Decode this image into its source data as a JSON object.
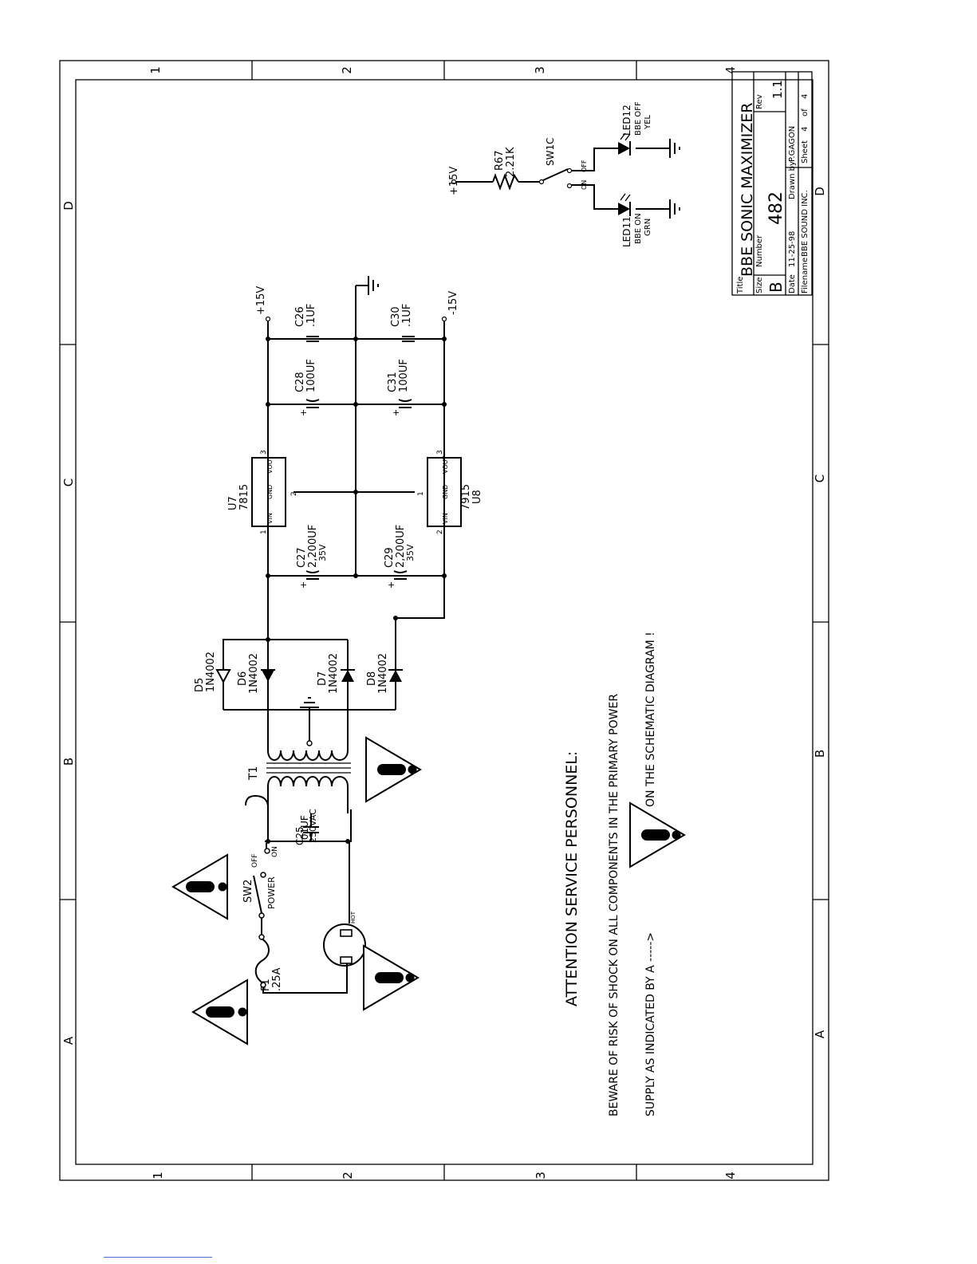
{
  "border": {
    "edge_numbers": [
      "1",
      "2",
      "3",
      "4"
    ],
    "edge_letters": [
      "A",
      "B",
      "C",
      "D"
    ]
  },
  "title_block": {
    "title_label": "Title",
    "title": "BBE SONIC MAXIMIZER",
    "size_label": "Size",
    "size": "B",
    "number_label": "Number",
    "number": "482",
    "rev_label": "Rev",
    "rev": "1.1",
    "date_label": "Date",
    "date": "11-25-98",
    "drawn_label": "Drawn by",
    "drawn": "P.GAGON",
    "filename_label": "Filename",
    "filename": "BBE SOUND INC.",
    "sheet_label": "Sheet",
    "sheet_num": "4",
    "of_label": "of",
    "sheet_total": "4"
  },
  "components": {
    "f1": {
      "ref": "F1",
      "value": ".25A"
    },
    "sw2": {
      "ref": "SW2",
      "name": "POWER",
      "off": "OFF",
      "on": "ON"
    },
    "plug": {
      "hot": "HOT"
    },
    "c25": {
      "ref": "C25",
      "value": ".01UF",
      "rating": "250VAC"
    },
    "t1": {
      "ref": "T1"
    },
    "d5": {
      "ref": "D5",
      "value": "1N4002"
    },
    "d6": {
      "ref": "D6",
      "value": "1N4002"
    },
    "d7": {
      "ref": "D7",
      "value": "1N4002"
    },
    "d8": {
      "ref": "D8",
      "value": "1N4002"
    },
    "c27": {
      "ref": "C27",
      "value": "2,200UF",
      "rating": "35V"
    },
    "c29": {
      "ref": "C29",
      "value": "2,200UF",
      "rating": "35V"
    },
    "u7": {
      "ref": "U7",
      "value": "7815",
      "vin": "VIN",
      "gnd": "GND",
      "vout": "VOUT",
      "p1": "1",
      "p2": "2",
      "p3": "3"
    },
    "u8": {
      "ref": "U8",
      "value": "7915",
      "vin": "VIN",
      "gnd": "GND",
      "vout": "VOUT",
      "p1": "1",
      "p2": "2",
      "p3": "3"
    },
    "c28": {
      "ref": "C28",
      "value": "100UF"
    },
    "c31": {
      "ref": "C31",
      "value": "100UF"
    },
    "c26": {
      "ref": "C26",
      "value": ".1UF"
    },
    "c30": {
      "ref": "C30",
      "value": ".1UF"
    },
    "rail_pos": "+15V",
    "rail_neg": "-15V",
    "r67": {
      "ref": "R67",
      "value": "2.21K"
    },
    "sw1c": {
      "ref": "SW1C",
      "off": "OFF",
      "on": "ON"
    },
    "led11": {
      "ref": "LED11",
      "line1": "BBE ON",
      "line2": "GRN"
    },
    "led12": {
      "ref": "LED12",
      "line1": "BBE OFF",
      "line2": "YEL"
    },
    "led_supply": "+15V",
    "plus": "+"
  },
  "notice": {
    "heading": "ATTENTION SERVICE PERSONNEL:",
    "line1": "BEWARE OF RISK OF SHOCK ON ALL COMPONENTS IN THE PRIMARY POWER",
    "line2": "SUPPLY AS INDICATED BY A ----->",
    "line3": "ON THE SCHEMATIC DIAGRAM !"
  }
}
